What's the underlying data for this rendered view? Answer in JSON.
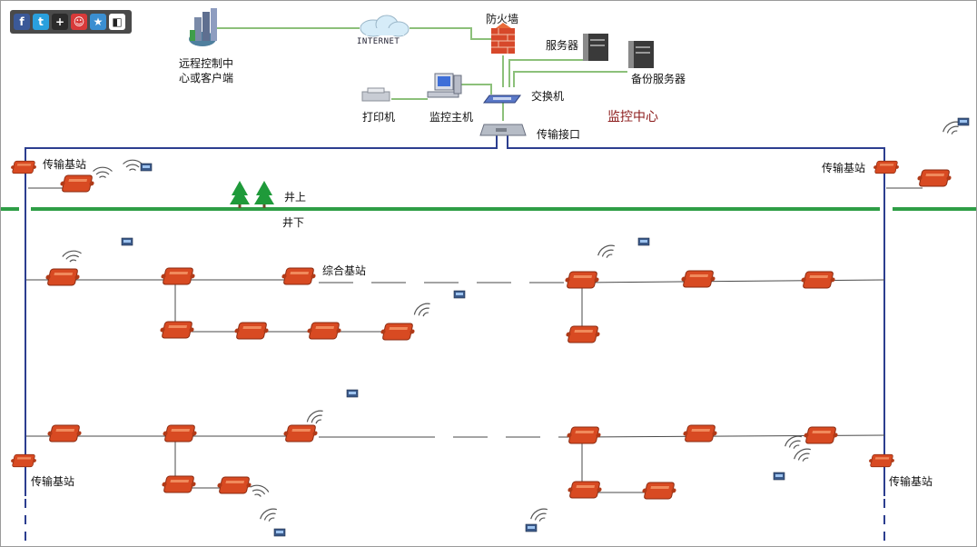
{
  "share_bar": {
    "icons": [
      {
        "name": "facebook-icon",
        "glyph": "f",
        "color": "#3b5998"
      },
      {
        "name": "twitter-icon",
        "glyph": "t",
        "color": "#2aa0dd"
      },
      {
        "name": "plus-icon",
        "glyph": "+",
        "color": "#2b2b2b"
      },
      {
        "name": "renren-icon",
        "glyph": "☺",
        "color": "#d83a3a"
      },
      {
        "name": "qzone-icon",
        "glyph": "★",
        "color": "#3b8fd1"
      },
      {
        "name": "delicious-icon",
        "glyph": "◧",
        "color": "#ffffff"
      }
    ]
  },
  "labels": {
    "remote_line1": "远程控制中",
    "remote_line2": "心或客户端",
    "internet": "INTERNET",
    "firewall": "防火墙",
    "server": "服务器",
    "backup_server": "备份服务器",
    "switch": "交换机",
    "printer": "打印机",
    "monitor_host": "监控主机",
    "monitor_center": "监控中心",
    "transmission_interface": "传输接口",
    "transmission_base_tl": "传输基站",
    "transmission_base_tr": "传输基站",
    "transmission_base_bl": "传输基站",
    "transmission_base_br": "传输基站",
    "surface": "井上",
    "underground": "井下",
    "integrated_base": "综合基站"
  },
  "colors": {
    "bus_line": "#2c3e8f",
    "ground_line": "#2e9e46",
    "network_line": "#8cc07a",
    "base_station": "#d84a22",
    "tree": "#1f9a3a"
  }
}
